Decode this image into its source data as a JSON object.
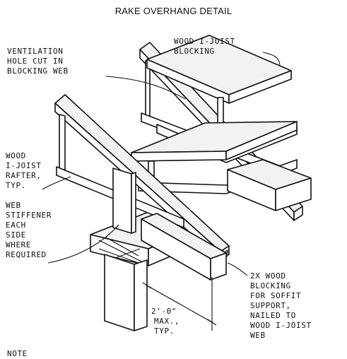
{
  "title": "RAKE OVERHANG DETAIL",
  "labels": {
    "ventilation": [
      "VENTILATION",
      "HOLE CUT IN",
      "BLOCKING WEB"
    ],
    "blocking": [
      "WOOD I-JOIST",
      "BLOCKING"
    ],
    "rafter": [
      "WOOD",
      "I-JOIST",
      "RAFTER,",
      "TYP."
    ],
    "stiffener": [
      "WEB",
      "STIFFENER",
      "EACH",
      "SIDE",
      "WHERE",
      "REQUIRED"
    ],
    "soffit": [
      "2X WOOD",
      "BLOCKING",
      "FOR SOFFIT",
      "SUPPORT,",
      "NAILED TO",
      "WOOD I-JOIST",
      "WEB"
    ],
    "dimension": [
      "2'-0\"",
      "MAX.,",
      "TYP."
    ],
    "note": "NOTE"
  }
}
